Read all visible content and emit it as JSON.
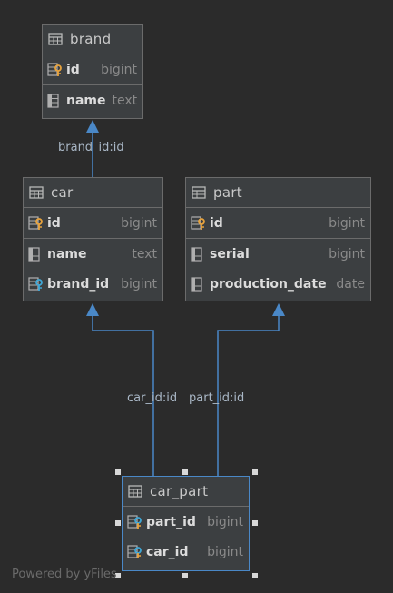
{
  "colors": {
    "background": "#2b2b2b",
    "table_bg": "#3c3f41",
    "edge": "#4a88c7",
    "key_icon": "#e8a33d",
    "fk_icon": "#3fa7d6"
  },
  "tables": {
    "brand": {
      "name": "brand",
      "columns": [
        {
          "name": "id",
          "type": "bigint",
          "icon": "primary-key-icon"
        },
        {
          "name": "name",
          "type": "text",
          "icon": "column-icon"
        }
      ]
    },
    "car": {
      "name": "car",
      "columns": [
        {
          "name": "id",
          "type": "bigint",
          "icon": "primary-key-icon"
        },
        {
          "name": "name",
          "type": "text",
          "icon": "column-icon"
        },
        {
          "name": "brand_id",
          "type": "bigint",
          "icon": "foreign-key-icon"
        }
      ]
    },
    "part": {
      "name": "part",
      "columns": [
        {
          "name": "id",
          "type": "bigint",
          "icon": "primary-key-icon"
        },
        {
          "name": "serial",
          "type": "bigint",
          "icon": "column-icon"
        },
        {
          "name": "production_date",
          "type": "date",
          "icon": "column-icon"
        }
      ]
    },
    "car_part": {
      "name": "car_part",
      "columns": [
        {
          "name": "part_id",
          "type": "bigint",
          "icon": "primary-foreign-key-icon"
        },
        {
          "name": "car_id",
          "type": "bigint",
          "icon": "primary-foreign-key-icon"
        }
      ]
    }
  },
  "relations": [
    {
      "from": "car",
      "to": "brand",
      "label": "brand_id:id"
    },
    {
      "from": "car_part",
      "to": "car",
      "label": "car_id:id"
    },
    {
      "from": "car_part",
      "to": "part",
      "label": "part_id:id"
    }
  ],
  "watermark": "Powered by yFiles"
}
